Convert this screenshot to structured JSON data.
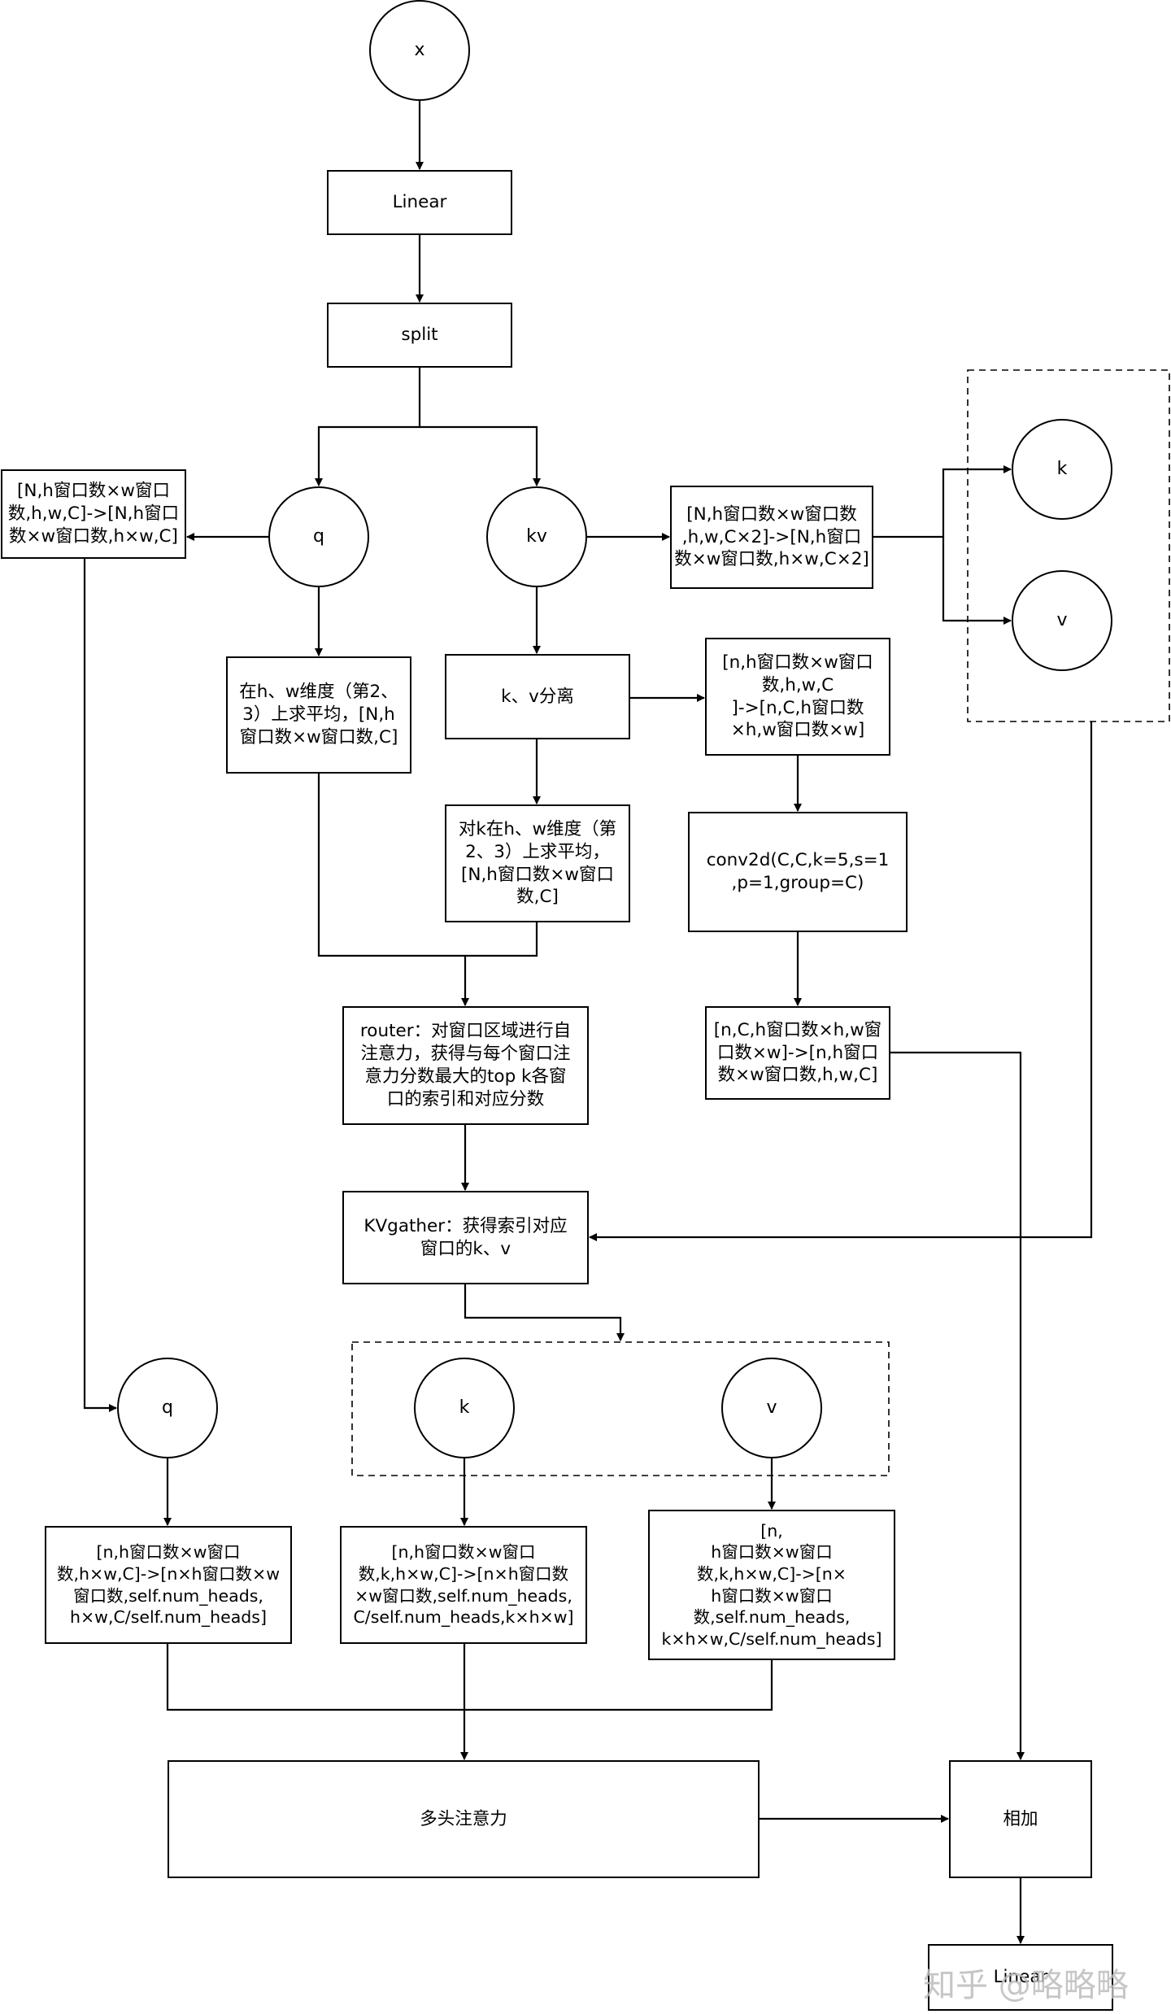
{
  "nodes": {
    "x": "x",
    "linear_top": "Linear",
    "split": "split",
    "q": "q",
    "kv": "kv",
    "q_reshape": "[N,h窗口数×w窗口\n数,h,w,C]->[N,h窗口\n数×w窗口数,h×w,C]",
    "kv_reshape": "[N,h窗口数×w窗口数\n,h,w,C×2]->[N,h窗口\n数×w窗口数,h×w,C×2]",
    "k_top": "k",
    "v_top": "v",
    "q_mean": "在h、w维度（第2、\n3）上求平均，[N,h\n窗口数×w窗口数,C]",
    "kv_separate": "k、v分离",
    "lepe_reshape": "[n,h窗口数×w窗口\n数,h,w,C\n]->[n,C,h窗口数\n×h,w窗口数×w]",
    "k_mean": "对k在h、w维度（第\n2、3）上求平均，\n[N,h窗口数×w窗口\n数,C]",
    "conv2d": "conv2d(C,C,k=5,s=1\n,p=1,group=C)",
    "router": "router：对窗口区域进行自\n注意力，获得与每个窗口注\n意力分数最大的top k各窗\n口的索引和对应分数",
    "lepe_back": "[n,C,h窗口数×h,w窗\n口数×w]->[n,h窗口\n数×w窗口数,h,w,C]",
    "kvgather": "KVgather：获得索引对应\n窗口的k、v",
    "q2": "q",
    "k2": "k",
    "v2": "v",
    "q_heads": "[n,h窗口数×w窗口\n数,h×w,C]->[n×h窗口数×w\n窗口数,self.num_heads,\nh×w,C/self.num_heads]",
    "k_heads": "[n,h窗口数×w窗口\n数,k,h×w,C]->[n×h窗口数\n×w窗口数,self.num_heads,\nC/self.num_heads,k×h×w]",
    "v_heads": "[n,\nh窗口数×w窗口\n数,k,h×w,C]->[n×\nh窗口数×w窗口\n数,self.num_heads,\nk×h×w,C/self.num_heads]",
    "mha": "多头注意力",
    "add": "相加",
    "linear_bottom": "Linear"
  },
  "watermark": "知乎 @略略略",
  "colors": {
    "stroke": "#000000",
    "background": "#ffffff",
    "watermark": "#bdbdbd"
  }
}
